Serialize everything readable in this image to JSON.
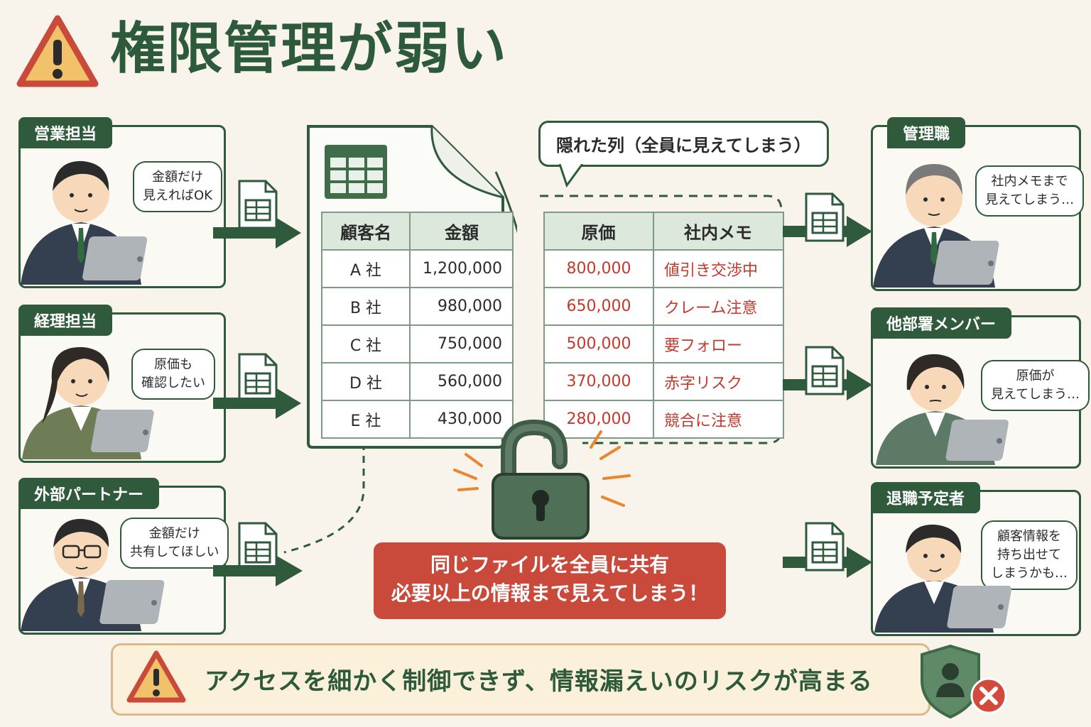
{
  "title": "権限管理が弱い",
  "colors": {
    "green": "#2f5a3c",
    "red": "#c9493b",
    "cost_text": "#c13a2c",
    "background": "#f8f4ec"
  },
  "left_users": [
    {
      "role": "営業担当",
      "speech": [
        "金額だけ",
        "見えればOK"
      ]
    },
    {
      "role": "経理担当",
      "speech": [
        "原価も",
        "確認したい"
      ]
    },
    {
      "role": "外部パートナー",
      "speech": [
        "金額だけ",
        "共有してほしい"
      ]
    }
  ],
  "right_users": [
    {
      "role": "管理職",
      "speech": [
        "社内メモまで",
        "見えてしまう…"
      ]
    },
    {
      "role": "他部署メンバー",
      "speech": [
        "原価が",
        "見えてしまう…"
      ]
    },
    {
      "role": "退職予定者",
      "speech": [
        "顧客情報を",
        "持ち出せて",
        "しまうかも…"
      ]
    }
  ],
  "hidden_columns_callout": "隠れた列（全員に見えてしまう）",
  "table": {
    "headers": [
      "顧客名",
      "金額",
      "原価",
      "社内メモ"
    ],
    "rows": [
      {
        "customer": "A 社",
        "amount": "1,200,000",
        "cost": "800,000",
        "memo": "値引き交渉中"
      },
      {
        "customer": "B 社",
        "amount": "980,000",
        "cost": "650,000",
        "memo": "クレーム注意"
      },
      {
        "customer": "C 社",
        "amount": "750,000",
        "cost": "500,000",
        "memo": "要フォロー"
      },
      {
        "customer": "D 社",
        "amount": "560,000",
        "cost": "370,000",
        "memo": "赤字リスク"
      },
      {
        "customer": "E 社",
        "amount": "430,000",
        "cost": "280,000",
        "memo": "競合に注意"
      }
    ]
  },
  "share_message": [
    "同じファイルを全員に共有",
    "必要以上の情報まで見えてしまう！"
  ],
  "bottom_warning": "アクセスを細かく制御できず、情報漏えいのリスクが高まる",
  "icons": [
    "warning-icon",
    "spreadsheet-icon",
    "file-icon",
    "arrow-right-icon",
    "unlocked-padlock-icon",
    "shield-user-icon",
    "x-mark-icon"
  ]
}
